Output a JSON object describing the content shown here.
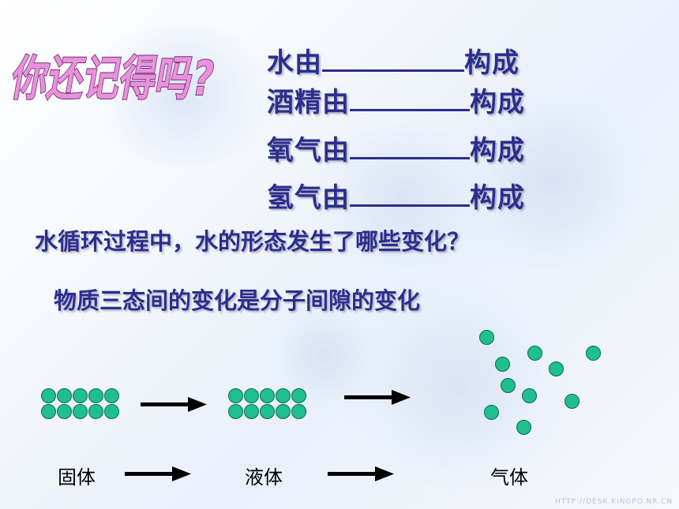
{
  "title": "你还记得吗?",
  "fill_in": [
    {
      "prefix": "水由",
      "suffix": "构成"
    },
    {
      "prefix": "酒精由",
      "suffix": "构成"
    },
    {
      "prefix": "氧气由",
      "suffix": "构成"
    },
    {
      "prefix": "氢气由",
      "suffix": "构成"
    }
  ],
  "question": "水循环过程中，水的形态发生了哪些变化？",
  "statement": "物质三态间的变化是分子间隙的变化",
  "states": {
    "solid": "固体",
    "liquid": "液体",
    "gas": "气体"
  },
  "watermark": "HTTP://DESK.KINGPO.NR.CN",
  "colors": {
    "title": "#e07ad0",
    "text": "#2b2e8c",
    "molecule": "#1fbf8f"
  }
}
